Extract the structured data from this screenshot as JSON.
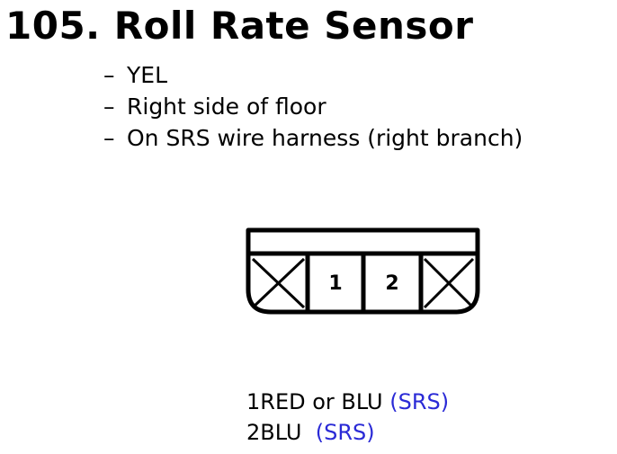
{
  "title": "105. Roll Rate Sensor",
  "details": [
    "YEL",
    "Right side of floor",
    "On SRS wire harness (right branch)"
  ],
  "bullet": "–",
  "connector": {
    "pin_labels": [
      "1",
      "2"
    ]
  },
  "pins": [
    {
      "text": "1RED or BLU",
      "circuit": "(SRS)"
    },
    {
      "text": "2BLU",
      "circuit": "(SRS)"
    }
  ],
  "colors": {
    "circuit_text": "#2a2ad6",
    "line": "#000000"
  }
}
